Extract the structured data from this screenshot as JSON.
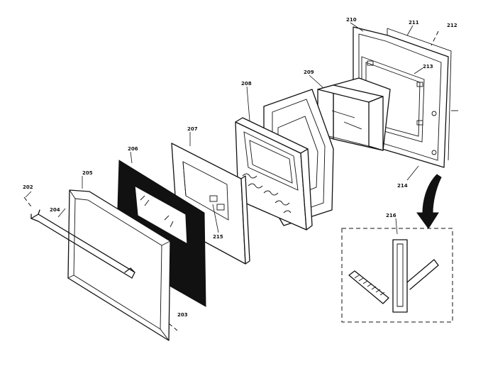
{
  "diagram": {
    "labels": {
      "p202": "202",
      "p203": "203",
      "p204": "204",
      "p205": "205",
      "p206": "206",
      "p207": "207",
      "p208": "208",
      "p209": "209",
      "p210": "210",
      "p211": "211",
      "p212": "212",
      "p213": "213",
      "p214": "214",
      "p215": "215",
      "p216": "216"
    }
  }
}
